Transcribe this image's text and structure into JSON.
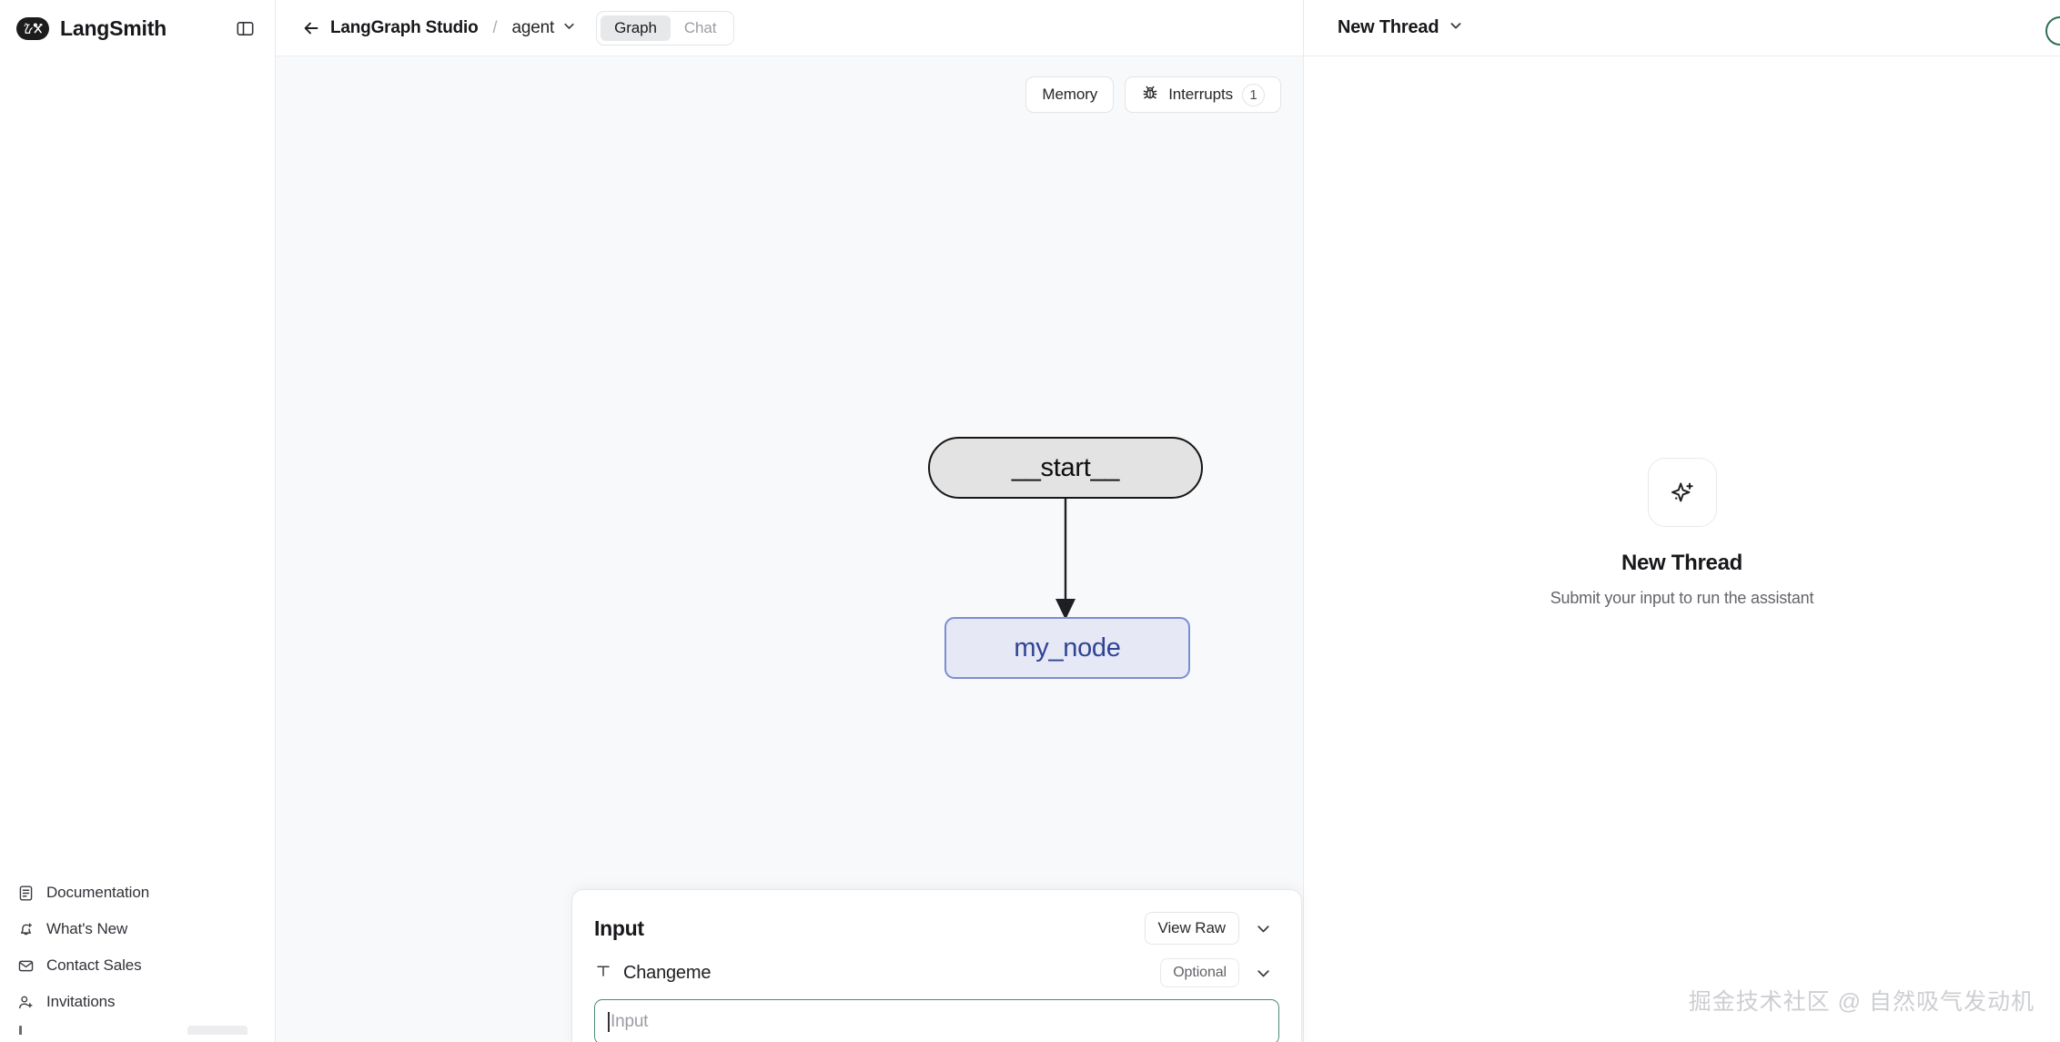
{
  "sidebar": {
    "brand": {
      "name": "LangSmith",
      "logo_icon": "langchain-parrot-tools-icon"
    },
    "panel_toggle_icon": "panel-toggle-icon",
    "items": [
      {
        "label": "Documentation",
        "icon": "document-icon"
      },
      {
        "label": "What's New",
        "icon": "bell-plus-icon"
      },
      {
        "label": "Contact Sales",
        "icon": "envelope-icon"
      },
      {
        "label": "Invitations",
        "icon": "user-plus-icon"
      }
    ]
  },
  "topbar": {
    "back_icon": "arrow-left-icon",
    "breadcrumb_root": "LangGraph Studio",
    "breadcrumb_separator": "/",
    "assistant": "agent",
    "assistant_chevron_icon": "chevron-down-icon",
    "tabs": [
      {
        "label": "Graph",
        "active": true
      },
      {
        "label": "Chat",
        "active": false
      }
    ]
  },
  "canvas": {
    "background_color": "#f8f9fb",
    "tools": [
      {
        "label": "Memory",
        "icon": null,
        "badge": null
      },
      {
        "label": "Interrupts",
        "icon": "bug-icon",
        "badge": "1"
      }
    ],
    "graph": {
      "nodes": [
        {
          "id": "__start__",
          "label": "__start__",
          "shape": "pill",
          "fill": "#e3e3e3",
          "border": "#161616",
          "text_color": "#0e0e0e"
        },
        {
          "id": "my_node",
          "label": "my_node",
          "shape": "rounded-rect",
          "fill": "#e6e8f6",
          "border": "#7b8ed2",
          "text_color": "#2f4493"
        }
      ],
      "edges": [
        {
          "from": "__start__",
          "to": "my_node",
          "arrow": true
        }
      ]
    }
  },
  "input_panel": {
    "title": "Input",
    "view_raw_label": "View Raw",
    "collapse_chevron_icon": "chevron-down-icon",
    "field": {
      "type_icon": "text-type-icon",
      "name": "Changeme",
      "optional_label": "Optional",
      "field_chevron_icon": "chevron-down-icon",
      "value": "",
      "placeholder": "Input",
      "focused": true,
      "focus_border_color": "#4b8b78"
    }
  },
  "right_panel": {
    "thread_label": "New Thread",
    "thread_chevron_icon": "chevron-down-icon",
    "empty_state": {
      "icon": "sparkles-icon",
      "title": "New Thread",
      "subtitle": "Submit your input to run the assistant"
    },
    "edge_indicator_color": "#2f6d56"
  },
  "watermark": "掘金技术社区 @ 自然吸气发动机"
}
